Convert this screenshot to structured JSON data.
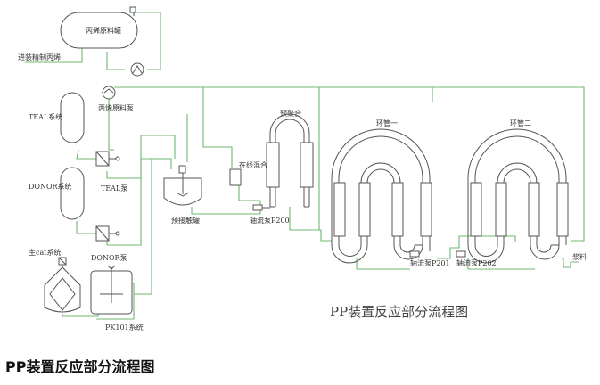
{
  "diagram": {
    "title": "PP装置反应部分流程图",
    "nodes": {
      "propylene_tank": "丙烯原料罐",
      "feed_in": "进装精制丙烯",
      "propylene_pump": "丙烯原料泵",
      "teal_system": "TEAL系统",
      "teal_pump": "TEAL泵",
      "donor_system": "DONOR系统",
      "donor_pump": "DONOR泵",
      "main_cat_system": "主cat系统",
      "pk101_system": "PK101系统",
      "precontact_tank": "预接触罐",
      "inline_mixer": "在线混合器",
      "prepolymerizer": "预聚合",
      "axial_pump_p200": "轴流泵P200",
      "loop_1": "环管一",
      "loop_2": "环管二",
      "axial_pump_p201": "轴流泵P201",
      "axial_pump_p202": "轴流泵P202",
      "slurry": "浆料"
    }
  },
  "caption": "PP装置反应部分流程图"
}
